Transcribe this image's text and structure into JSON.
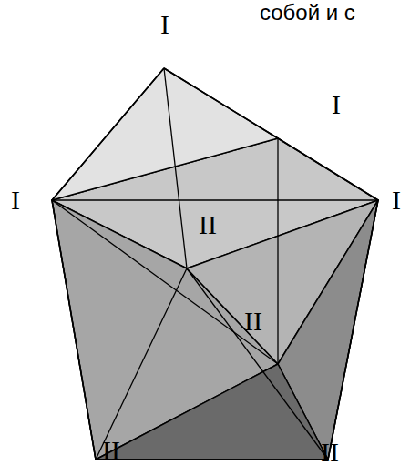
{
  "diagram": {
    "labels": [
      "I",
      "I",
      "I",
      "I",
      "II",
      "II",
      "II",
      "II",
      "собой и с"
    ]
  }
}
